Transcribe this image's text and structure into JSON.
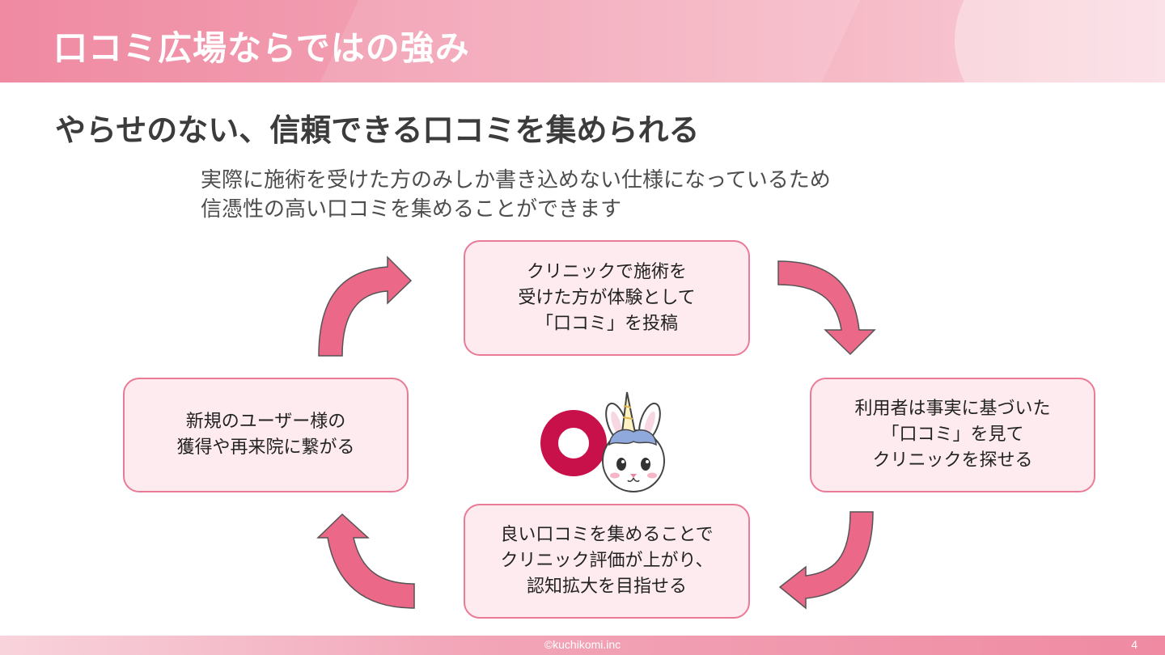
{
  "header": {
    "title": "口コミ広場ならではの強み"
  },
  "subtitle": "やらせのない、信頼できる口コミを集められる",
  "description": {
    "line1": "実際に施術を受けた方のみしか書き込めない仕様になっているため",
    "line2": "信憑性の高い口コミを集めることができます"
  },
  "cycle": {
    "top": [
      "クリニックで施術を",
      "受けた方が体験として",
      "「口コミ」を投稿"
    ],
    "right": [
      "利用者は事実に基づいた",
      "「口コミ」を見て",
      "クリニックを探せる"
    ],
    "bottom": [
      "良い口コミを集めることで",
      "クリニック評価が上がり、",
      "認知拡大を目指せる"
    ],
    "left": [
      "新規のユーザー様の",
      "獲得や再来院に繋がる"
    ]
  },
  "colors": {
    "header_accent": "#ef8aa2",
    "box_fill": "#fdebef",
    "box_border": "#ea7b97",
    "arrow_fill": "#ec6888",
    "logo_red": "#c8104b"
  },
  "icons": {
    "logo": "unicorn-rabbit-logo",
    "arrows": "curved-arrow-icon"
  },
  "footer": {
    "copyright": "©kuchikomi.inc",
    "page_number": "4"
  }
}
